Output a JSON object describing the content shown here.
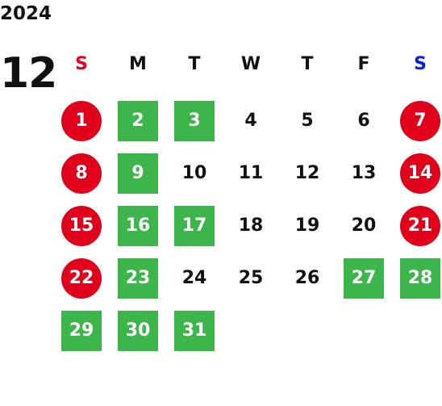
{
  "calendar": {
    "year": "2024",
    "month": "12",
    "colors": {
      "sunday_header": "#e0001b",
      "saturday_header": "#1020d0",
      "weekday_header": "#111111",
      "holiday_red": "#e0001b",
      "closed_green": "#3cb54a",
      "plain_text": "#111111"
    },
    "weekdays": [
      "S",
      "M",
      "T",
      "W",
      "T",
      "F",
      "S"
    ],
    "weeks": [
      [
        {
          "label": "1",
          "style": "red"
        },
        {
          "label": "2",
          "style": "green"
        },
        {
          "label": "3",
          "style": "green"
        },
        {
          "label": "4",
          "style": "plain"
        },
        {
          "label": "5",
          "style": "plain"
        },
        {
          "label": "6",
          "style": "plain"
        },
        {
          "label": "7",
          "style": "red"
        }
      ],
      [
        {
          "label": "8",
          "style": "red"
        },
        {
          "label": "9",
          "style": "green"
        },
        {
          "label": "10",
          "style": "plain"
        },
        {
          "label": "11",
          "style": "plain"
        },
        {
          "label": "12",
          "style": "plain"
        },
        {
          "label": "13",
          "style": "plain"
        },
        {
          "label": "14",
          "style": "red"
        }
      ],
      [
        {
          "label": "15",
          "style": "red"
        },
        {
          "label": "16",
          "style": "green"
        },
        {
          "label": "17",
          "style": "green"
        },
        {
          "label": "18",
          "style": "plain"
        },
        {
          "label": "19",
          "style": "plain"
        },
        {
          "label": "20",
          "style": "plain"
        },
        {
          "label": "21",
          "style": "red"
        }
      ],
      [
        {
          "label": "22",
          "style": "red"
        },
        {
          "label": "23",
          "style": "green"
        },
        {
          "label": "24",
          "style": "plain"
        },
        {
          "label": "25",
          "style": "plain"
        },
        {
          "label": "26",
          "style": "plain"
        },
        {
          "label": "27",
          "style": "green"
        },
        {
          "label": "28",
          "style": "green"
        }
      ],
      [
        {
          "label": "29",
          "style": "green"
        },
        {
          "label": "30",
          "style": "green"
        },
        {
          "label": "31",
          "style": "green"
        },
        null,
        null,
        null,
        null
      ]
    ]
  }
}
